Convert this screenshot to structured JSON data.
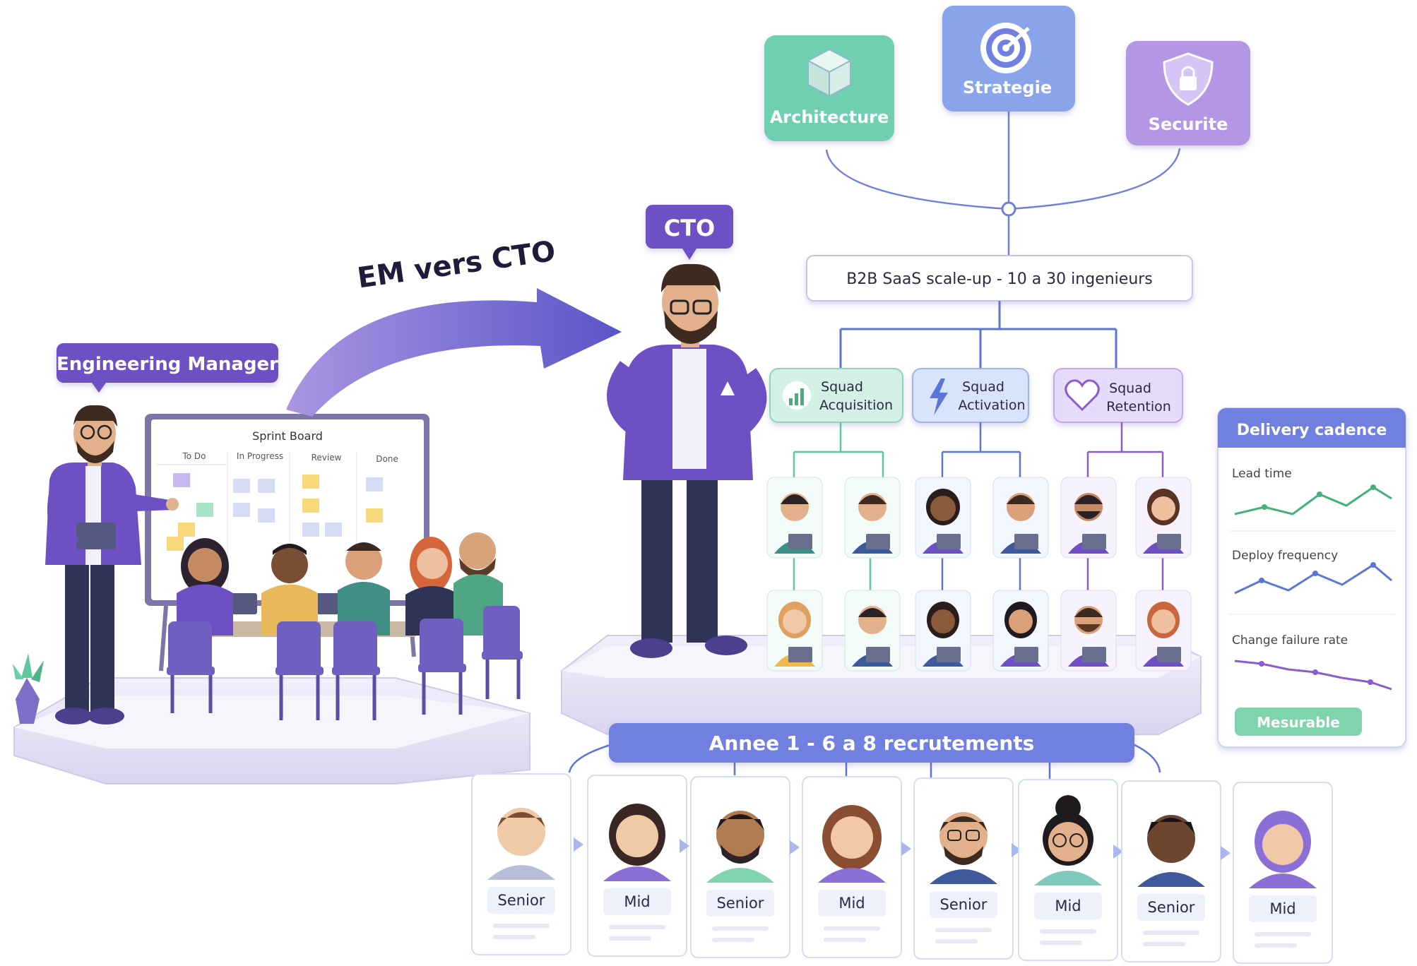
{
  "title_arrow": "EM vers CTO",
  "em_label": "Engineering Manager",
  "cto_label": "CTO",
  "board": {
    "title": "Sprint Board",
    "columns": [
      "To Do",
      "In Progress",
      "Review",
      "Done"
    ]
  },
  "pillars": [
    {
      "label": "Architecture",
      "icon": "cube-icon",
      "color": "#6fcfb0"
    },
    {
      "label": "Strategie",
      "icon": "target-icon",
      "color": "#8aa4ec"
    },
    {
      "label": "Securite",
      "icon": "shield-lock-icon",
      "color": "#b495e6"
    }
  ],
  "company": "B2B SaaS scale-up - 10 a 30 ingenieurs",
  "squads": [
    {
      "line1": "Squad",
      "line2": "Acquisition",
      "icon": "bar-chart-icon",
      "color": "#d4f1e6"
    },
    {
      "line1": "Squad",
      "line2": "Activation",
      "icon": "lightning-icon",
      "color": "#d9e3fb"
    },
    {
      "line1": "Squad",
      "line2": "Retention",
      "icon": "heart-icon",
      "color": "#e6dbfa"
    }
  ],
  "metrics": {
    "title": "Delivery cadence",
    "items": [
      {
        "label": "Lead time",
        "color": "#45b07a"
      },
      {
        "label": "Deploy frequency",
        "color": "#5a76d6"
      },
      {
        "label": "Change failure rate",
        "color": "#8c5bd0"
      }
    ],
    "badge": "Mesurable"
  },
  "hiring": {
    "title": "Annee 1 - 6 a 8 recrutements",
    "hires": [
      "Senior",
      "Mid",
      "Senior",
      "Mid",
      "Senior",
      "Mid",
      "Senior",
      "Mid"
    ]
  },
  "colors": {
    "purple": "#6e4fc4",
    "indigo": "#6f7fe0",
    "teal": "#5fc7a0",
    "lavender": "#b89be8"
  }
}
